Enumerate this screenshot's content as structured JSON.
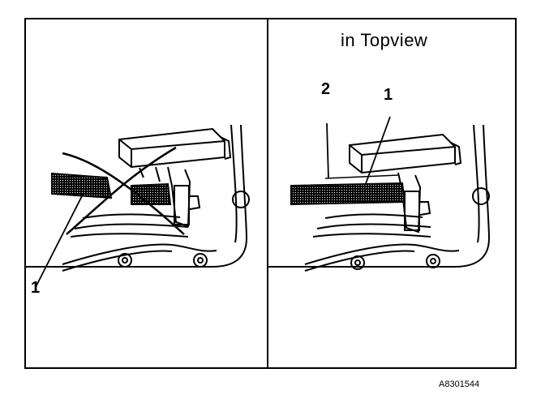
{
  "left_panel": {
    "callout_1": "1"
  },
  "right_panel": {
    "view_note": "in  Topview",
    "callout_1": "1",
    "callout_2": "2"
  },
  "figure_id": "A8301544",
  "colors": {
    "ink": "#000000",
    "paper": "#ffffff"
  }
}
